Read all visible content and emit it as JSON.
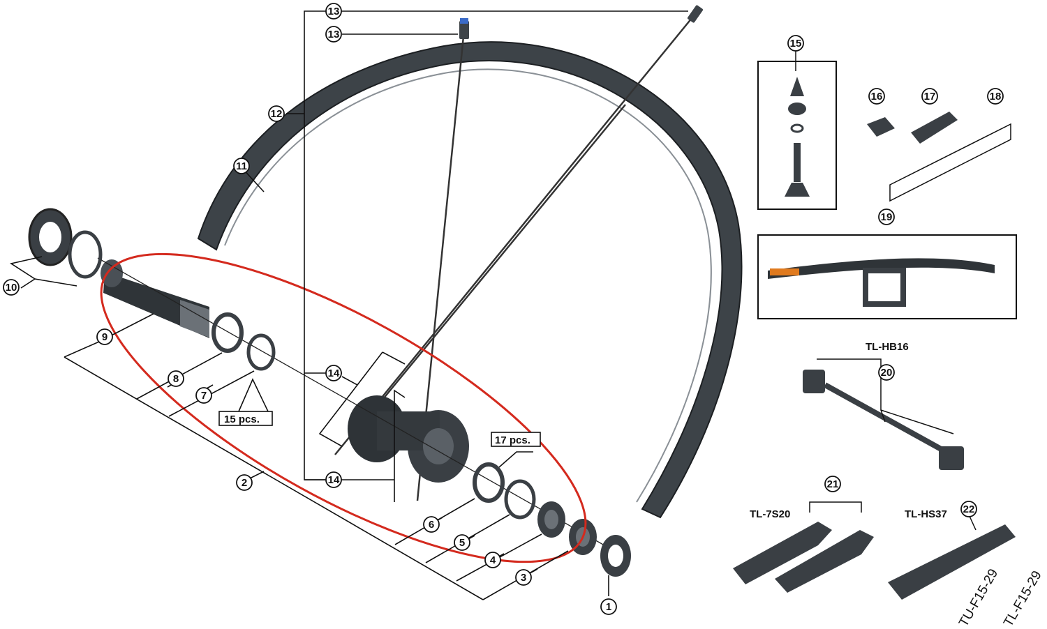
{
  "callouts": [
    "1",
    "2",
    "3",
    "4",
    "5",
    "6",
    "7",
    "8",
    "9",
    "10",
    "11",
    "12",
    "13",
    "13",
    "14",
    "14",
    "15",
    "16",
    "17",
    "18",
    "19",
    "20",
    "21",
    "22"
  ],
  "qty_labels": [
    "15 pcs.",
    "17 pcs."
  ],
  "tool_labels": [
    "TL-HB16",
    "TL-7S20",
    "TL-HS37"
  ],
  "corner_codes": [
    "TU-F15-29",
    "TL-F15-29"
  ],
  "colors": {
    "highlight": "#d42a1e",
    "part": "#3d4348",
    "part_dark": "#2a2f33",
    "line": "#111111"
  }
}
